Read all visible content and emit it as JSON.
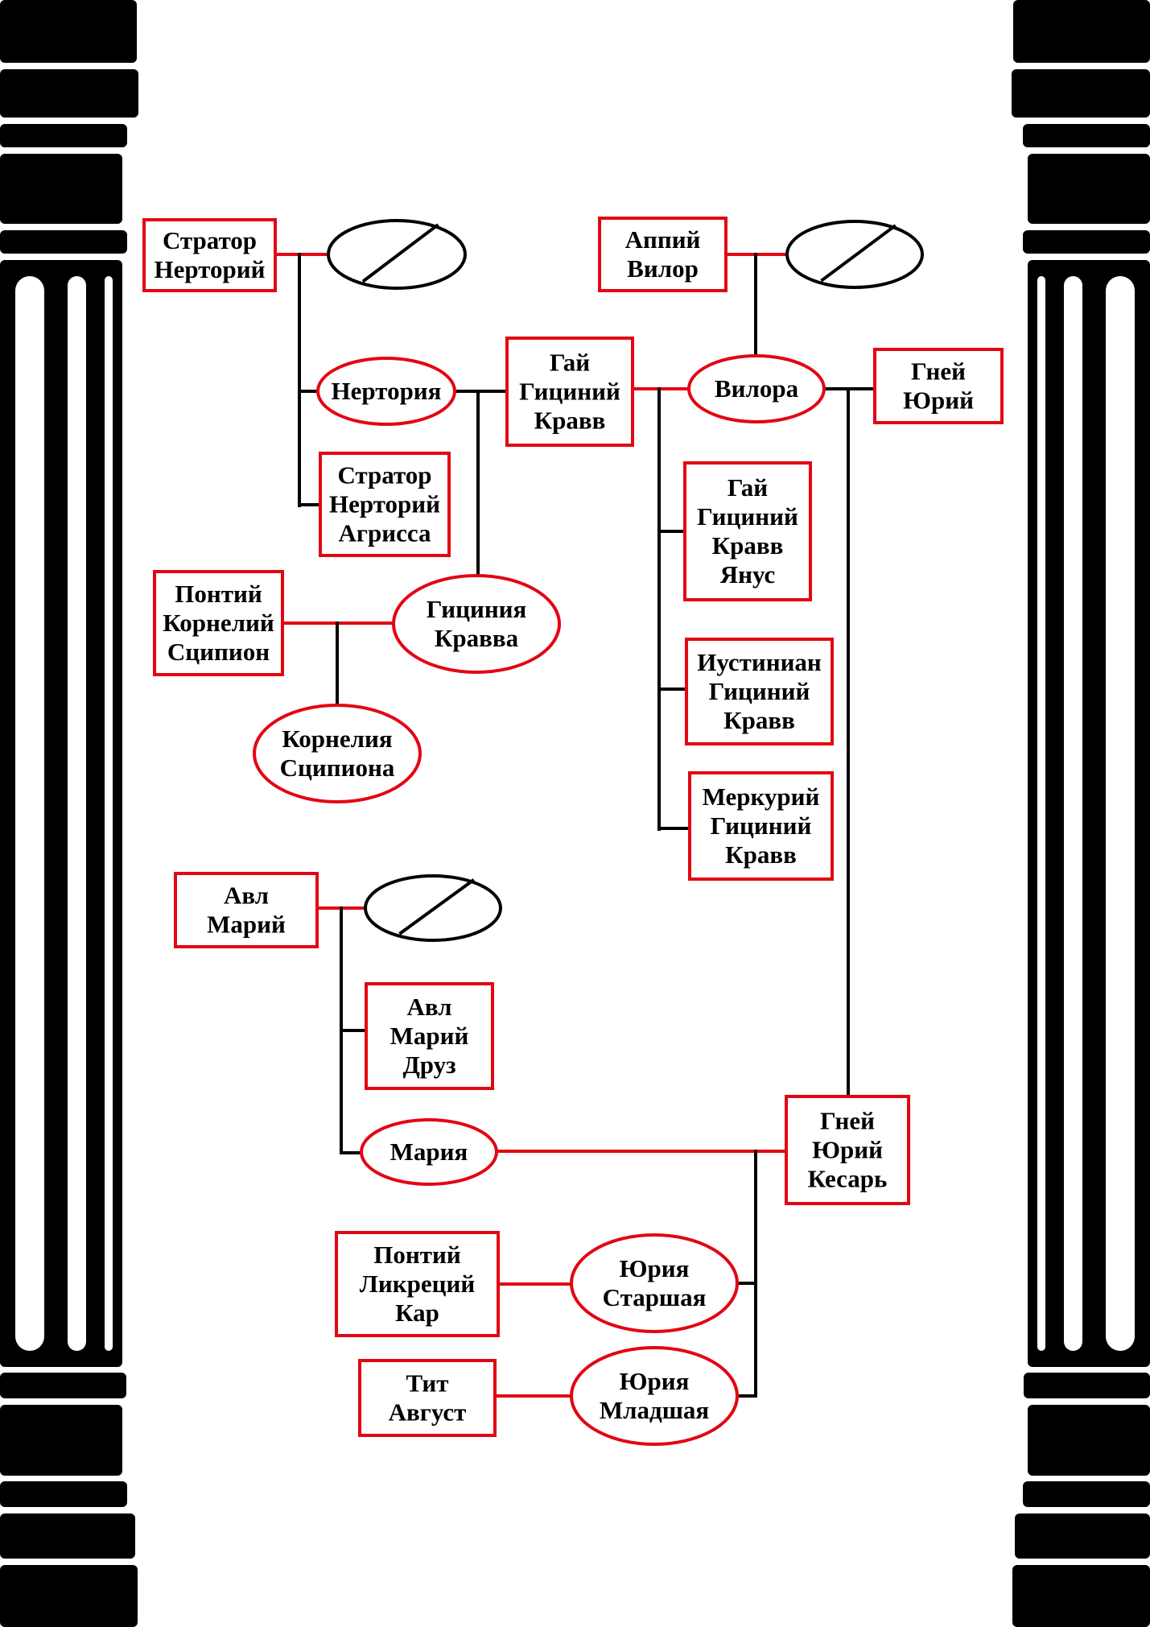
{
  "title": "Генеалогическое древо",
  "colors": {
    "node_border": "#e30613",
    "marriage_line": "#e30613",
    "descent_line": "#000000",
    "unknown_spouse": "#000000",
    "column": "#000000",
    "background": "#ffffff"
  },
  "legend_semantics": {
    "box": "male",
    "ellipse": "female",
    "crossed_ellipse": "unknown spouse",
    "red_line": "marriage",
    "black_line": "descent"
  },
  "people": {
    "strator_nertoriy": {
      "lines": [
        "Стратор",
        "Нерторий"
      ],
      "shape": "box"
    },
    "unknown_1": {
      "lines": [],
      "shape": "unknown"
    },
    "nertoriya": {
      "lines": [
        "Нертория"
      ],
      "shape": "ellipse"
    },
    "strator_agrissa": {
      "lines": [
        "Стратор",
        "Нерторий",
        "Агрисса"
      ],
      "shape": "box"
    },
    "gai_kravv": {
      "lines": [
        "Гай",
        "Гициний",
        "Кравв"
      ],
      "shape": "box"
    },
    "appiy_vilor": {
      "lines": [
        "Аппий",
        "Вилор"
      ],
      "shape": "box"
    },
    "unknown_2": {
      "lines": [],
      "shape": "unknown"
    },
    "vilora": {
      "lines": [
        "Вилора"
      ],
      "shape": "ellipse"
    },
    "gney_yuriy": {
      "lines": [
        "Гней",
        "Юрий"
      ],
      "shape": "box"
    },
    "gai_yanus": {
      "lines": [
        "Гай",
        "Гициний",
        "Кравв",
        "Янус"
      ],
      "shape": "box"
    },
    "iustinian": {
      "lines": [
        "Иустиниан",
        "Гициний",
        "Кравв"
      ],
      "shape": "box"
    },
    "merkuriy": {
      "lines": [
        "Меркурий",
        "Гициний",
        "Кравв"
      ],
      "shape": "box"
    },
    "pontiy_scipion": {
      "lines": [
        "Понтий",
        "Корнелий",
        "Сципион"
      ],
      "shape": "box"
    },
    "gitsiniya": {
      "lines": [
        "Гициния",
        "Кравва"
      ],
      "shape": "ellipse"
    },
    "korneliya": {
      "lines": [
        "Корнелия",
        "Сципиона"
      ],
      "shape": "ellipse"
    },
    "avl_mariy": {
      "lines": [
        "Авл",
        "Марий"
      ],
      "shape": "box"
    },
    "unknown_3": {
      "lines": [],
      "shape": "unknown"
    },
    "avl_druz": {
      "lines": [
        "Авл",
        "Марий",
        "Друз"
      ],
      "shape": "box"
    },
    "mariya": {
      "lines": [
        "Мария"
      ],
      "shape": "ellipse"
    },
    "gney_kesar": {
      "lines": [
        "Гней",
        "Юрий",
        "Кесарь"
      ],
      "shape": "box"
    },
    "pontiy_kar": {
      "lines": [
        "Понтий",
        "Ликреций",
        "Кар"
      ],
      "shape": "box"
    },
    "yuriya_starshaya": {
      "lines": [
        "Юрия",
        "Старшая"
      ],
      "shape": "ellipse"
    },
    "tit_avgust": {
      "lines": [
        "Тит",
        "Август"
      ],
      "shape": "box"
    },
    "yuriya_mladshaya": {
      "lines": [
        "Юрия",
        "Младшая"
      ],
      "shape": "ellipse"
    }
  },
  "marriages": [
    [
      "strator_nertoriy",
      "unknown_1"
    ],
    [
      "nertoriya",
      "gai_kravv"
    ],
    [
      "appiy_vilor",
      "unknown_2"
    ],
    [
      "gai_kravv",
      "vilora"
    ],
    [
      "vilora",
      "gney_yuriy"
    ],
    [
      "pontiy_scipion",
      "gitsiniya"
    ],
    [
      "avl_mariy",
      "unknown_3"
    ],
    [
      "mariya",
      "gney_kesar"
    ],
    [
      "pontiy_kar",
      "yuriya_starshaya"
    ],
    [
      "tit_avgust",
      "yuriya_mladshaya"
    ]
  ],
  "descents": [
    {
      "parents": [
        "strator_nertoriy",
        "unknown_1"
      ],
      "children": [
        "nertoriya",
        "strator_agrissa"
      ]
    },
    {
      "parents": [
        "nertoriya",
        "gai_kravv"
      ],
      "children": [
        "gitsiniya"
      ]
    },
    {
      "parents": [
        "appiy_vilor",
        "unknown_2"
      ],
      "children": [
        "vilora"
      ]
    },
    {
      "parents": [
        "gai_kravv",
        "vilora"
      ],
      "children": [
        "gai_yanus",
        "iustinian",
        "merkuriy"
      ]
    },
    {
      "parents": [
        "vilora",
        "gney_yuriy"
      ],
      "children": [
        "gney_kesar"
      ]
    },
    {
      "parents": [
        "pontiy_scipion",
        "gitsiniya"
      ],
      "children": [
        "korneliya"
      ]
    },
    {
      "parents": [
        "avl_mariy",
        "unknown_3"
      ],
      "children": [
        "avl_druz",
        "mariya"
      ]
    },
    {
      "parents": [
        "mariya",
        "gney_kesar"
      ],
      "children": [
        "yuriya_starshaya",
        "yuriya_mladshaya"
      ]
    }
  ]
}
